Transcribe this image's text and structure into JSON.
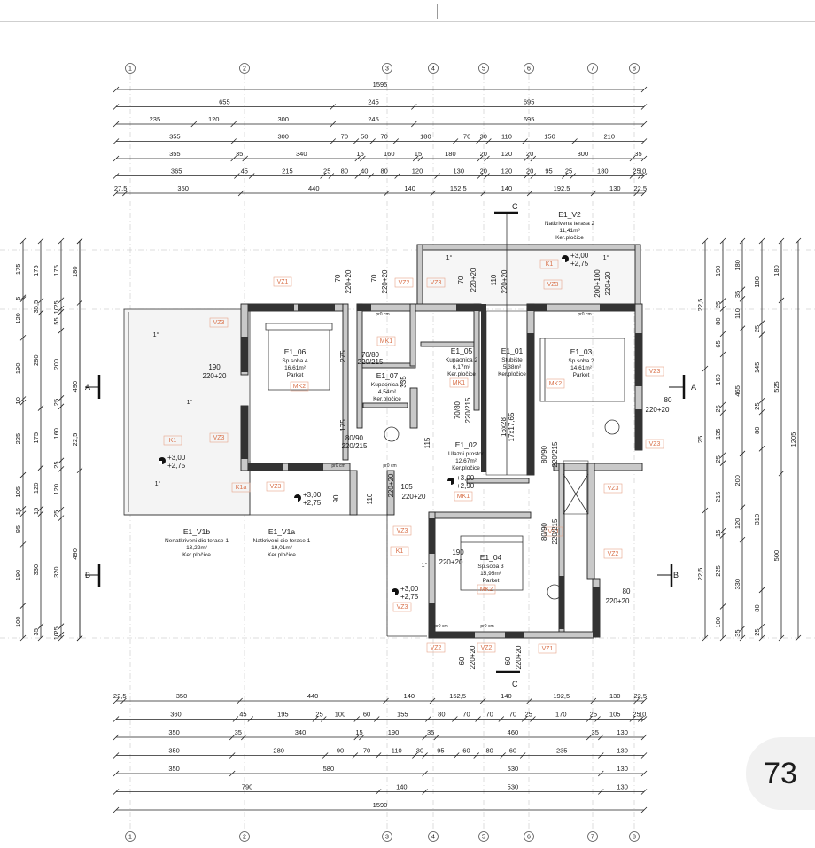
{
  "page": {
    "number": "73"
  },
  "axes": [
    "1",
    "2",
    "3",
    "4",
    "5",
    "6",
    "7",
    "8"
  ],
  "dims_top": [
    [
      "1595"
    ],
    [
      "655",
      "245",
      "695"
    ],
    [
      "235",
      "120",
      "300",
      "245",
      "695"
    ],
    [
      "355",
      "300",
      "70",
      "50",
      "70",
      "180",
      "70",
      "30",
      "110",
      "150",
      "210"
    ],
    [
      "355",
      "35",
      "340",
      "15",
      "160",
      "15",
      "180",
      "20",
      "120",
      "20",
      "300",
      "35"
    ],
    [
      "365",
      "45",
      "215",
      "25",
      "80",
      "40",
      "80",
      "120",
      "130",
      "20",
      "120",
      "20",
      "95",
      "25",
      "180",
      "25",
      "10"
    ],
    [
      "27,5",
      "350",
      "440",
      "140",
      "152,5",
      "140",
      "192,5",
      "130",
      "22,5"
    ]
  ],
  "dims_bottom": [
    [
      "22,5",
      "350",
      "440",
      "140",
      "152,5",
      "140",
      "192,5",
      "130",
      "22,5"
    ],
    [
      "360",
      "45",
      "195",
      "25",
      "100",
      "60",
      "155",
      "80",
      "70",
      "70",
      "70",
      "25",
      "170",
      "25",
      "105",
      "25",
      "10"
    ],
    [
      "350",
      "35",
      "340",
      "15",
      "190",
      "35",
      "460",
      "35",
      "130"
    ],
    [
      "350",
      "280",
      "90",
      "70",
      "110",
      "30",
      "95",
      "60",
      "80",
      "60",
      "235",
      "130"
    ],
    [
      "350",
      "580",
      "530",
      "130"
    ],
    [
      "790",
      "140",
      "530",
      "130"
    ],
    [
      "1590"
    ]
  ],
  "dims_left": [
    [
      "175",
      "5",
      "120",
      "190",
      "10",
      "225",
      "105",
      "15",
      "95",
      "190",
      "100"
    ],
    [
      "175",
      "35,5",
      "280",
      "175",
      "120",
      "15",
      "330",
      "35"
    ],
    [
      "175",
      "25",
      "10",
      "55",
      "200",
      "25",
      "160",
      "25",
      "120",
      "25",
      "320",
      "25",
      "10"
    ],
    [
      "180",
      "490",
      "490"
    ],
    [
      "22,5"
    ]
  ],
  "dims_right": [
    [
      "22,5",
      "25",
      "22,5"
    ],
    [
      "190",
      "25",
      "80",
      "65",
      "160",
      "25",
      "135",
      "25",
      "215",
      "15",
      "225",
      "100"
    ],
    [
      "180",
      "35",
      "110",
      "465",
      "200",
      "120",
      "330",
      "35"
    ],
    [
      "180",
      "25",
      "145",
      "25",
      "80",
      "310",
      "80",
      "25"
    ],
    [
      "180",
      "525",
      "500"
    ],
    [
      "1205"
    ]
  ],
  "rooms": [
    {
      "code": "E1_06",
      "name": "Sp.soba 4",
      "area": "16,61m²",
      "floor": "Parket"
    },
    {
      "code": "E1_07",
      "name": "Kupaonica 3",
      "area": "4,54m²",
      "floor": "Ker.pločice"
    },
    {
      "code": "E1_05",
      "name": "Kupaonica 2",
      "area": "6,17m²",
      "floor": "Ker.pločice"
    },
    {
      "code": "E1_01",
      "name": "Stubište",
      "area": "5,38m²",
      "floor": "Ker.pločice"
    },
    {
      "code": "E1_03",
      "name": "Sp.soba 2",
      "area": "14,61m²",
      "floor": "Parket"
    },
    {
      "code": "E1_02",
      "name": "Ulazni prostor",
      "area": "12,67m²",
      "floor": "Ker.pločice"
    },
    {
      "code": "E1_04",
      "name": "Sp.soba 3",
      "area": "15,95m²",
      "floor": "Parket"
    },
    {
      "code": "E1_V2",
      "name": "Natkrivena terasa 2",
      "area": "11,41m²",
      "floor": "Ker.pločice"
    },
    {
      "code": "E1_V1b",
      "name": "Nenatkriveni dio terase 1",
      "area": "13,22m²",
      "floor": "Ker.pločice"
    },
    {
      "code": "E1_V1a",
      "name": "Natkriveni dio terase 1",
      "area": "19,01m²",
      "floor": "Ker.pločice"
    }
  ],
  "levels": [
    {
      "top": "+3,00",
      "bottom": "+2,75"
    },
    {
      "top": "+3,00",
      "bottom": "+2,75"
    },
    {
      "top": "+3,00",
      "bottom": "+2,90"
    },
    {
      "top": "+3,00",
      "bottom": "+2,75"
    },
    {
      "top": "+3,00",
      "bottom": "+2,75"
    }
  ],
  "section_labels": {
    "a": "A",
    "b": "B",
    "c": "C"
  },
  "openings": [
    "70",
    "220+20",
    "70",
    "220+20",
    "70",
    "220+20",
    "110",
    "220+20",
    "200+100",
    "220+20",
    "190",
    "220+20",
    "70/80",
    "220/215",
    "80/90",
    "220/215",
    "70/80",
    "220/215",
    "80",
    "220+20",
    "80/90",
    "220/215",
    "90",
    "110",
    "220+20",
    "105",
    "220+20",
    "80/90",
    "220/215",
    "190",
    "220+20",
    "80",
    "220+20",
    "60",
    "220+20",
    "60",
    "220+20",
    "275",
    "335",
    "175",
    "115",
    "16x28",
    "17x17,65"
  ],
  "tags": [
    "VZ1",
    "VZ2",
    "VZ3",
    "K1",
    "K1a",
    "MK1",
    "MK2"
  ],
  "small": {
    "pr0cm": "pr0 cm",
    "slope": "1°"
  }
}
